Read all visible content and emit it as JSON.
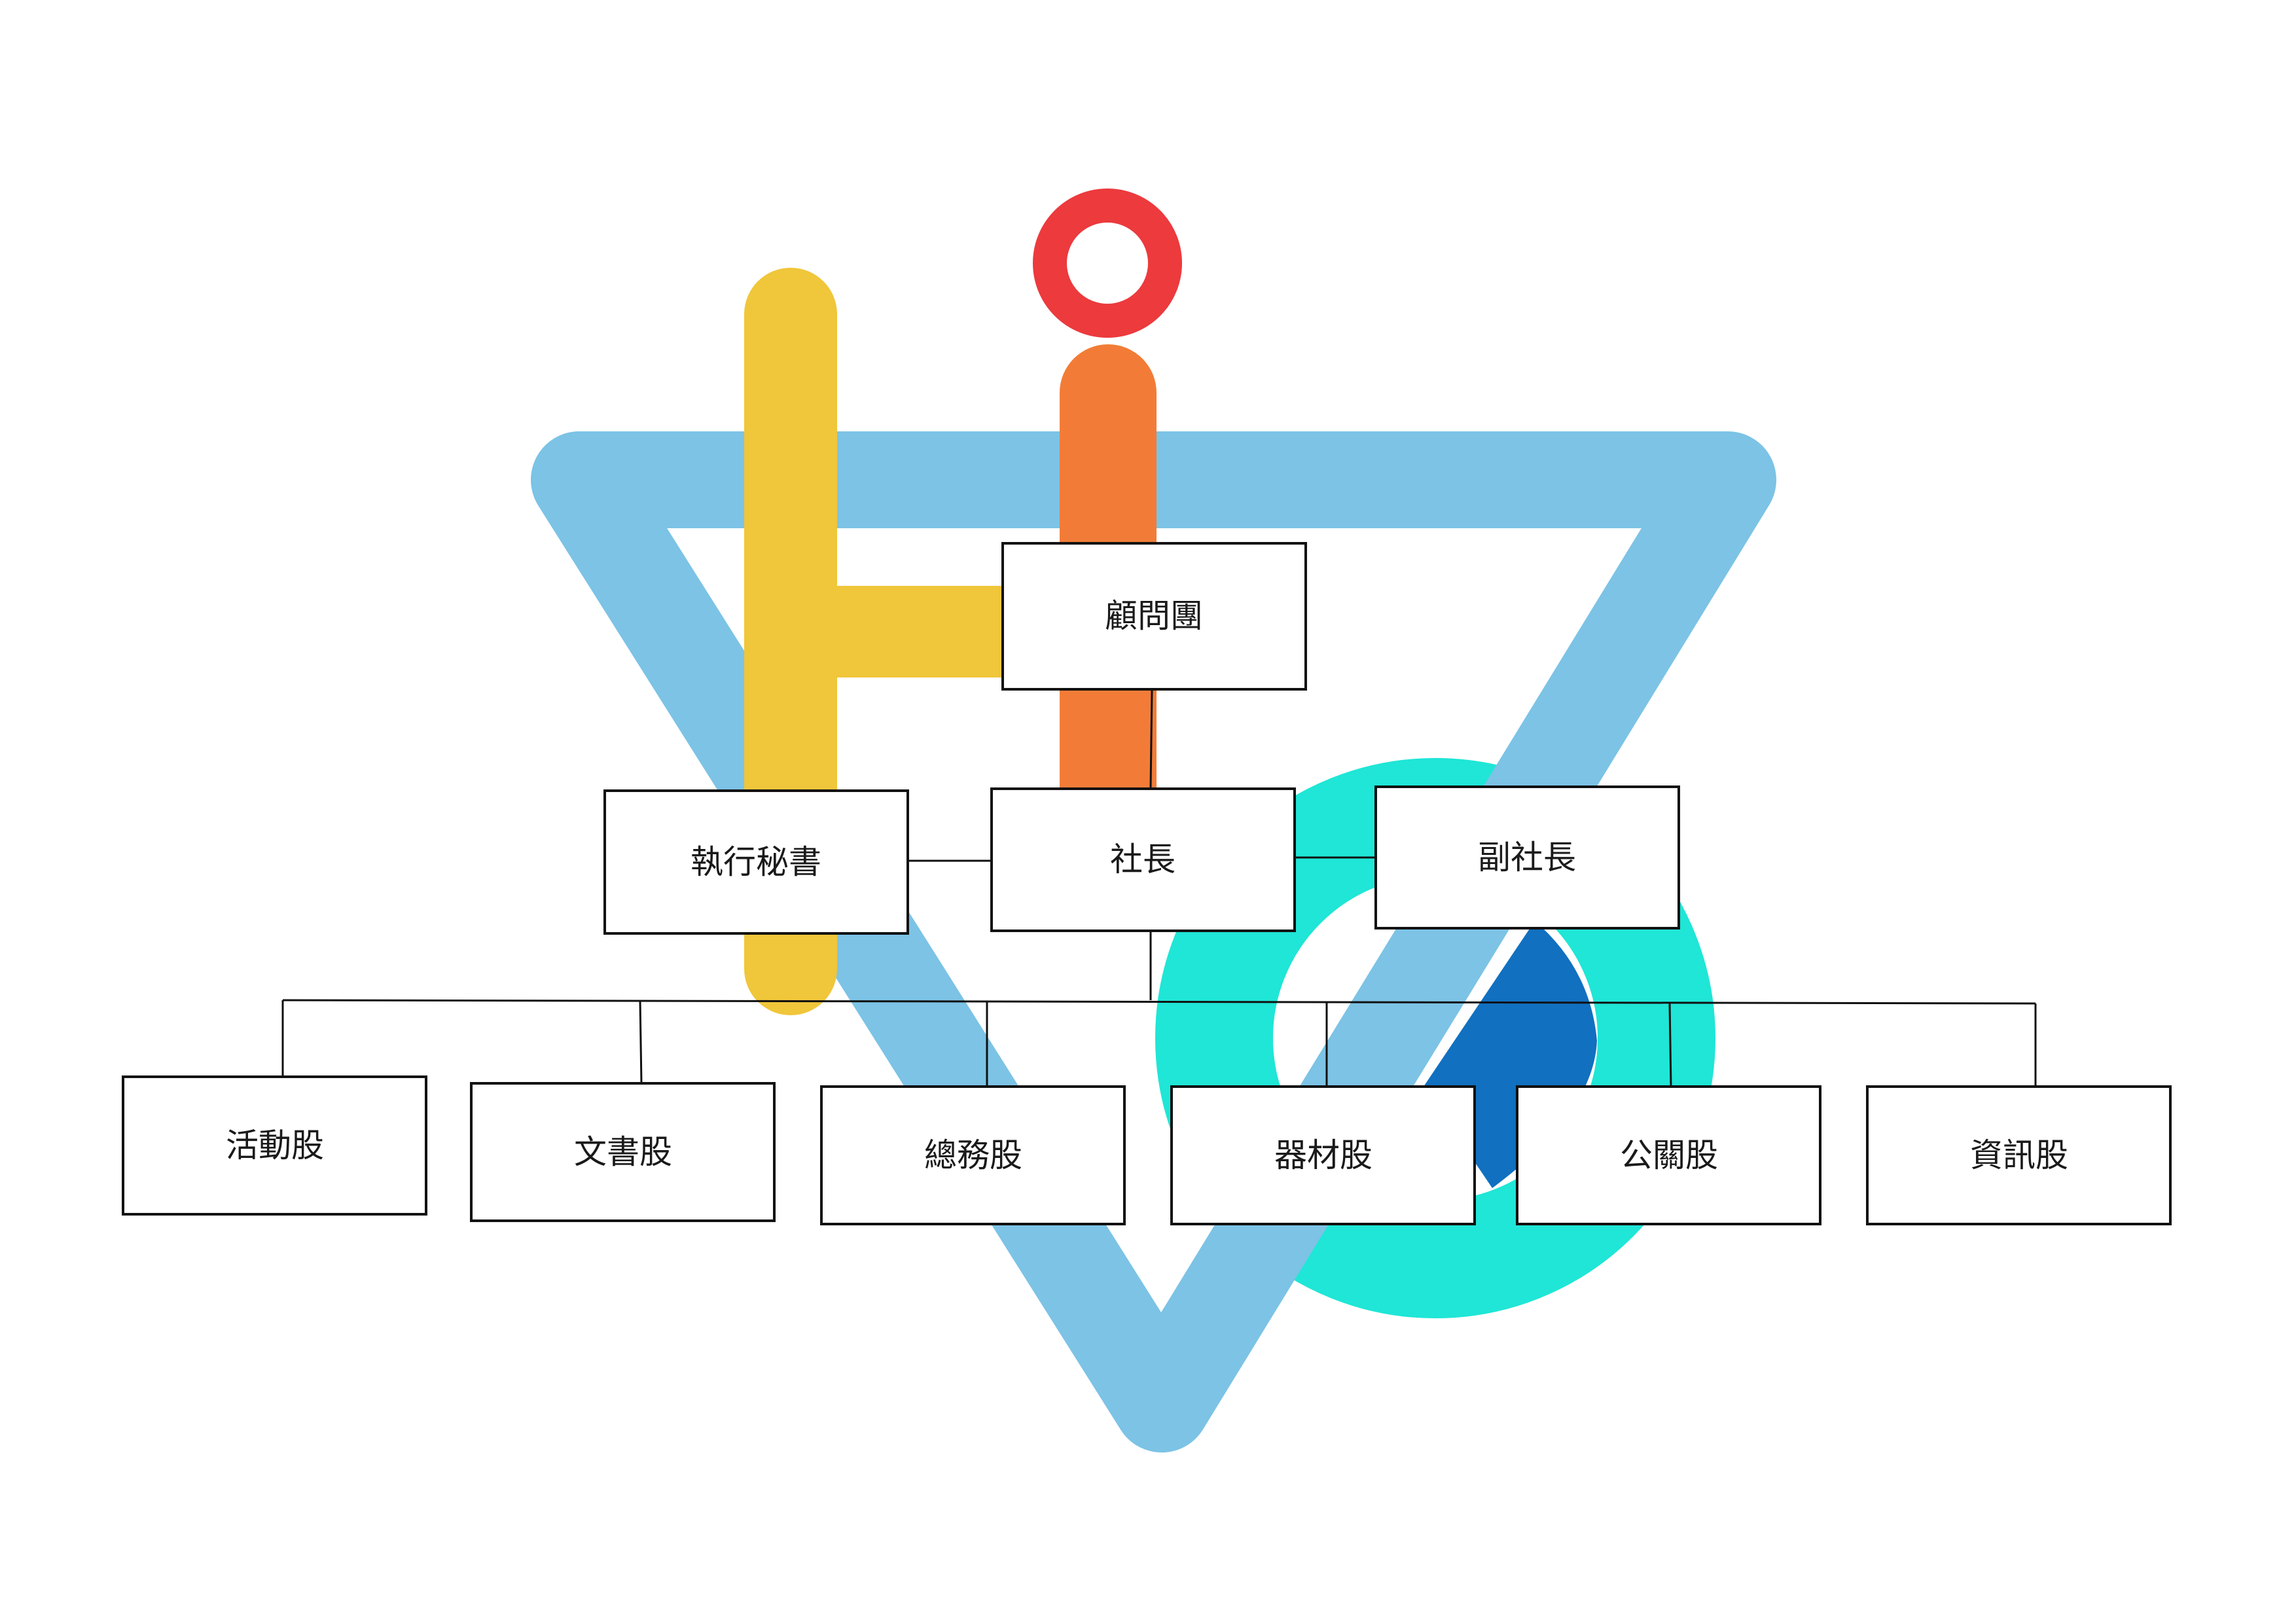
{
  "logo": {
    "colors": {
      "triangle": "#7cc3e6",
      "h_letter": "#f0c63a",
      "i_stem": "#f27c37",
      "i_dot": "#ec3a3d",
      "ring": "#1fe6d6",
      "ring_overlap": "#1170c0"
    }
  },
  "org_chart": {
    "advisory": "顧問團",
    "president": "社長",
    "executive_secretary": "執行秘書",
    "vice_president": "副社長",
    "departments": [
      "活動股",
      "文書股",
      "總務股",
      "器材股",
      "公關股",
      "資訊股"
    ]
  },
  "style": {
    "box_border": "#111111",
    "box_fill": "#ffffff",
    "connector": "#111111"
  }
}
